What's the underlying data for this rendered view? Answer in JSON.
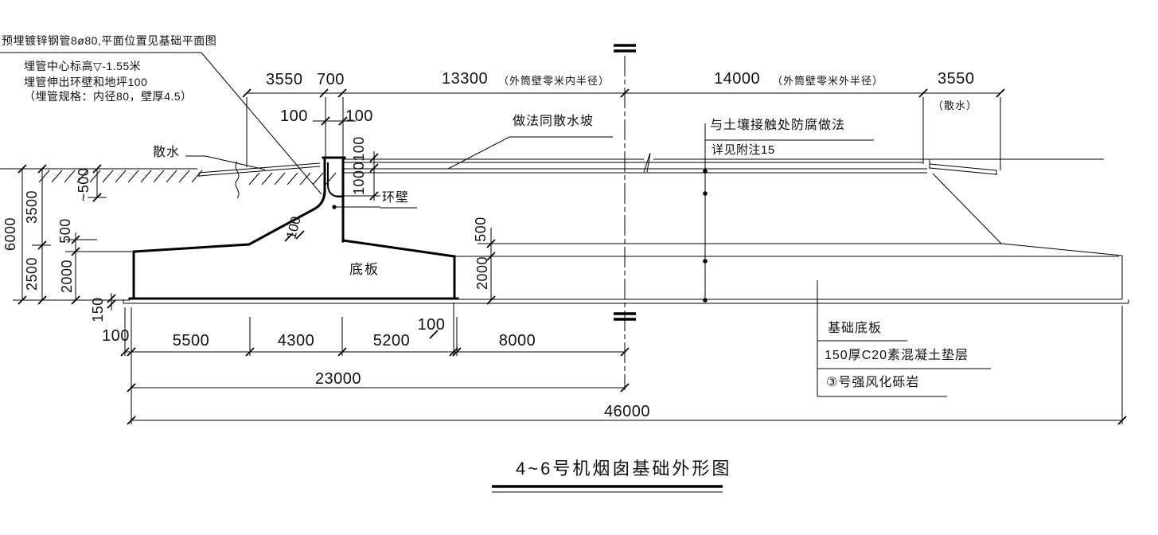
{
  "drawing_title": "4~6号机烟囱基础外形图",
  "notes": {
    "pipe_note_line1": "预埋镀锌钢管8ø80,平面位置见基础平面图",
    "pipe_note_line2": "埋管中心标高▽-1.55米",
    "pipe_note_line3": "埋管伸出环壁和地坪100",
    "pipe_note_line4": "（埋管规格：内径80，壁厚4.5）",
    "apron_label": "散水",
    "apron_slope_note": "做法同散水坡",
    "soil_contact_note1": "与土壤接触处防腐做法",
    "soil_contact_note2": "详见附注15",
    "ring_wall_label": "环壁",
    "bottom_slab_label": "底板",
    "legend": [
      "基础底板",
      "150厚C20素混凝土垫层",
      "③号强风化砾岩"
    ]
  },
  "dims": {
    "top": {
      "a": "3550",
      "b": "700",
      "c": "13300",
      "c_note": "（外筒壁零米内半径）",
      "d": "14000",
      "d_note": "（外筒壁零米外半径）",
      "e": "3550",
      "e_note": "（散水）",
      "p1": "100",
      "p2": "100"
    },
    "left": {
      "h_total": "6000",
      "h1": "3500",
      "h2": "2500",
      "h3": "500",
      "h4": "2000",
      "h5": "~500",
      "h6": "150"
    },
    "wall": {
      "v1": "100",
      "v2": "1000",
      "haunch": "100"
    },
    "mid": {
      "v1": "500",
      "v2": "2000"
    },
    "bottom": {
      "b0": "100",
      "b1": "5500",
      "b2": "4300",
      "b3": "5200",
      "b4": "100",
      "b5": "8000",
      "total1": "23000",
      "total2": "46000"
    }
  },
  "colors": {
    "ink": "#000000",
    "paper": "#ffffff"
  }
}
